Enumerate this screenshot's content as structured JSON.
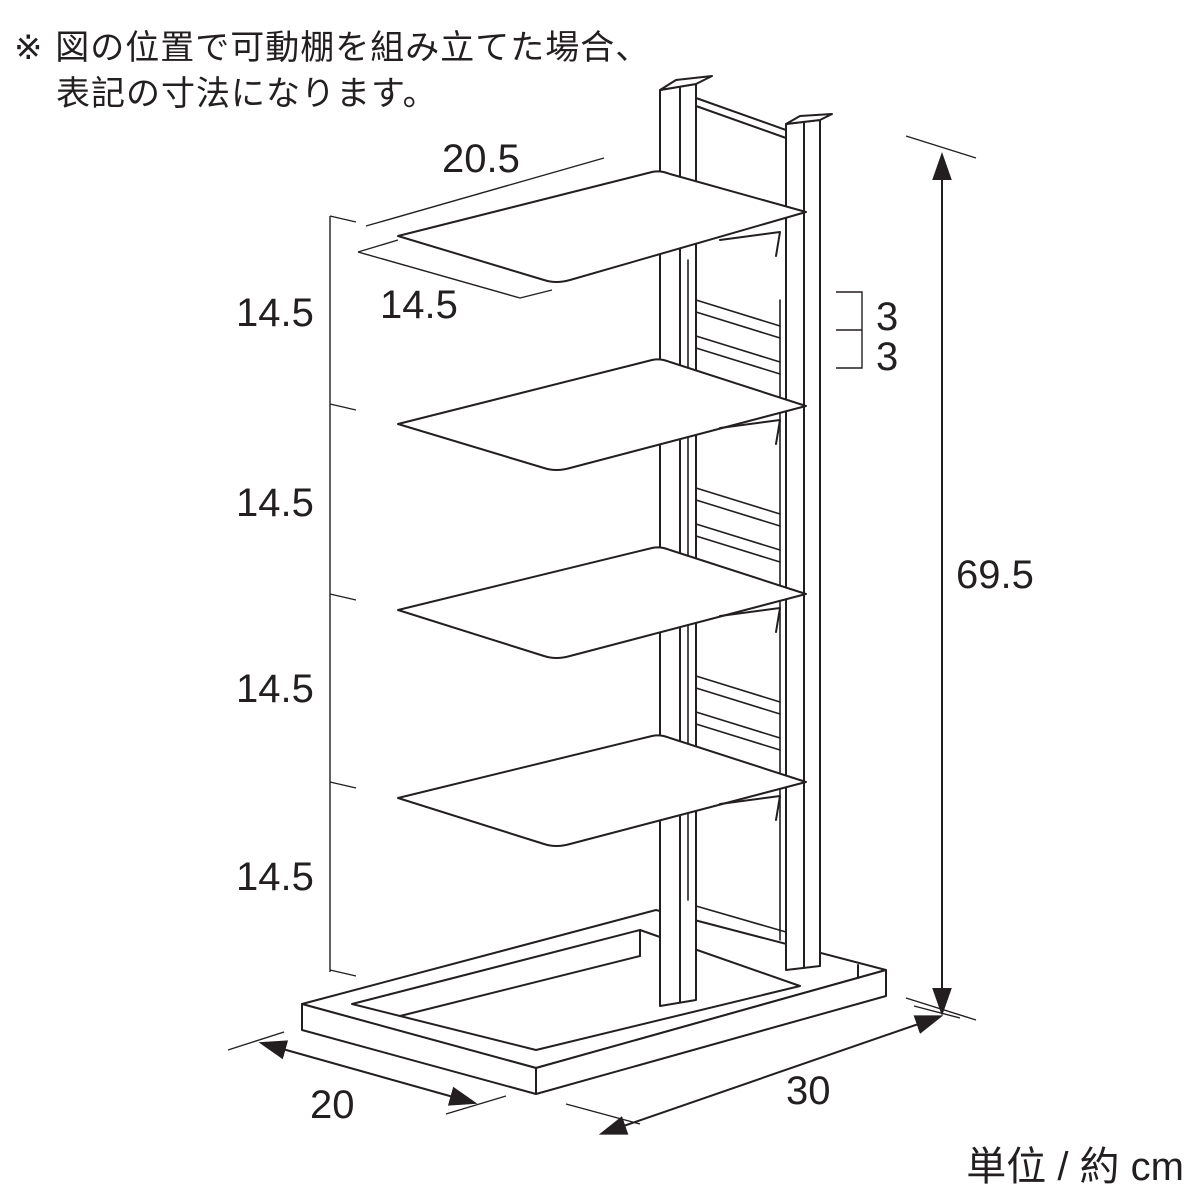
{
  "notes": [
    "※ 図の位置で可動棚を組み立てた場合、",
    "表記の寸法になります。"
  ],
  "dimensions": {
    "shelf_width": "20.5",
    "shelf_depth": "14.5",
    "shelf_spacing": [
      "14.5",
      "14.5",
      "14.5",
      "14.5"
    ],
    "slot_pitch": [
      "3",
      "3"
    ],
    "total_height": "69.5",
    "base_depth": "20",
    "base_width": "30"
  },
  "unit_label": "単位 / 約 cm",
  "colors": {
    "line": "#231f20",
    "shelf_fill": "#ffffff"
  }
}
